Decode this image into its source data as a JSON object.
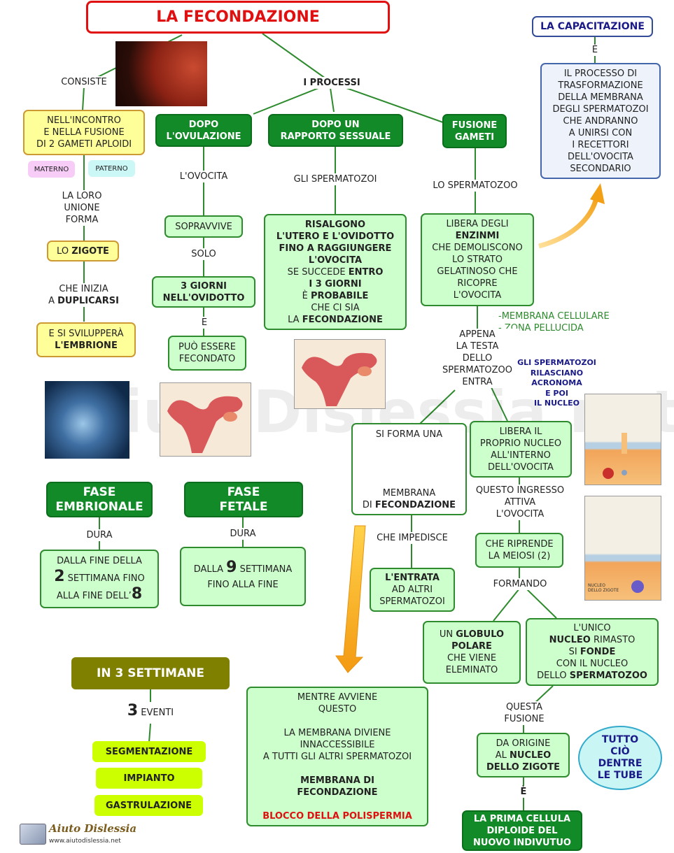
{
  "title": "LA FECONDAZIONE",
  "watermark": "AiutoDislessia.net",
  "capacitazione": {
    "title": "LA CAPACITAZIONE",
    "connector": "È",
    "text": [
      "IL PROCESSO DI",
      "TRASFORMAZIONE",
      "DELLA MEMBRANA",
      "DEGLI SPERMATOZOI",
      "CHE ANDRANNO",
      "A UNIRSI CON",
      "I RECETTORI",
      "DELL'OVOCITA",
      "SECONDARIO"
    ]
  },
  "labels": {
    "consiste": "CONSISTE",
    "processi": "I PROCESSI",
    "ovocita": "L'OVOCITA",
    "spermatozoi": "GLI SPERMATOZOI",
    "spermatozoo": "LO SPERMATOZOO",
    "solo": "SOLO",
    "e": "E",
    "loro_unione": [
      "LA LORO",
      "UNIONE",
      "FORMA"
    ],
    "che_inizia": "CHE INIZIA",
    "a": "A ",
    "duplicarsi": "DUPLICARSI",
    "appena": [
      "APPENA",
      "LA TESTA",
      "DELLO",
      "SPERMATOZOO",
      "ENTRA"
    ],
    "rilasciano": [
      "GLI SPERMATOZOI",
      "RILASCIANO",
      "ACRONOMA",
      "E POI",
      "IL NUCLEO"
    ],
    "membrana_list": [
      "-MEMBRANA CELLULARE",
      "- ZONA PELLUCIDA"
    ],
    "questo_ingresso": [
      "QUESTO INGRESSO",
      "ATTIVA",
      "L'OVOCITA"
    ],
    "che_impedisce": "CHE IMPEDISCE",
    "formando": "FORMANDO",
    "questa_fusione": [
      "QUESTA",
      "FUSIONE"
    ],
    "e_accent": "È",
    "dura1": "DURA",
    "dura2": "DURA",
    "eventi_num": "3",
    "eventi": " EVENTI"
  },
  "boxes": {
    "incontro": [
      "NELL'INCONTRO",
      "E NELLA FUSIONE",
      "DI 2 GAMETI APLOIDI"
    ],
    "materno": "MATERNO",
    "paterno": "PATERNO",
    "zigote_pre": "LO ",
    "zigote": "ZIGOTE",
    "embrione_pre": "E SI SVILUPPERÀ",
    "embrione": "L'EMBRIONE",
    "dopo_ovulazione": [
      "DOPO",
      "L'OVULAZIONE"
    ],
    "dopo_rapporto": [
      "DOPO UN",
      "RAPPORTO SESSUALE"
    ],
    "fusione_gameti": [
      "FUSIONE",
      "GAMETI"
    ],
    "sopravvive": "SOPRAVVIVE",
    "tre_giorni": [
      "3 GIORNI",
      "NELL'OVIDOTTO"
    ],
    "fecondato": [
      "PUÒ ESSERE",
      "FECONDATO"
    ],
    "risalgono_bold": [
      "RISALGONO",
      "L'UTERO E L'OVIDOTTO",
      "FINO A RAGGIUNGERE",
      "L'OVOCITA"
    ],
    "se_succede": "SE SUCCEDE ",
    "entro": "ENTRO",
    "i3giorni": "I 3 GIORNI",
    "e_acc": "È ",
    "probabile": "PROBABILE",
    "che_ci_sia": "CHE CI SIA",
    "la": "LA ",
    "fecondazione": "FECONDAZIONE",
    "libera_degli": "LIBERA DEGLI",
    "enzinmi": "ENZINMI",
    "libera_rest": [
      "CHE DEMOLISCONO",
      "LO STRATO",
      "GELATINOSO CHE",
      "RICOPRE",
      "L'OVOCITA"
    ],
    "si_forma": "SI FORMA UNA",
    "membrana": "MEMBRANA",
    "di": "DI ",
    "di_fecondazione": "FECONDAZIONE",
    "libera_nucleo": [
      "LIBERA IL",
      "PROPRIO NUCLEO",
      "ALL'INTERNO",
      "DELL'OVOCITA"
    ],
    "riprende": [
      "CHE RIPRENDE",
      "LA MEIOSI (2)"
    ],
    "entrata_bold": "L'ENTRATA",
    "entrata": [
      "AD ALTRI",
      "SPERMATOZOI"
    ],
    "un": "UN ",
    "globulo": "GLOBULO",
    "polare": "POLARE",
    "globulo_rest": [
      "CHE VIENE",
      "ELEMINATO"
    ],
    "unico": "L'UNICO",
    "nucleo": "NUCLEO",
    "rimasto": " RIMASTO",
    "si": "SI ",
    "fonde": "FONDE",
    "con_nucleo": "CON IL NUCLEO",
    "dello": "DELLO ",
    "spermatozoo": "SPERMATOZOO",
    "da_origine": "DA ORIGINE",
    "al": "AL ",
    "al_nucleo": "NUCLEO",
    "dello_zigote": "DELLO ZIGOTE",
    "prima_cellula": [
      "LA PRIMA CELLULA",
      "DIPLOIDE DEL",
      "NUOVO INDIVUTUO"
    ],
    "tutto": [
      "TUTTO",
      "CIÒ",
      "DENTRE",
      "LE TUBE"
    ],
    "fase_embrionale": [
      "FASE",
      "EMBRIONALE"
    ],
    "fase_fetale": [
      "FASE",
      "FETALE"
    ],
    "dalla_fine": "DALLA FINE DELLA",
    "num2": "2",
    "settimana_fino": " SETTIMANA FINO",
    "alla_fine": "ALLA FINE DELL’",
    "num8": "8",
    "dalla": "DALLA ",
    "num9": "9",
    "settimana": " SETTIMANA",
    "fino_fine": "FINO ALLA FINE",
    "in3settimane": "IN 3 SETTIMANE",
    "segmentazione": "SEGMENTAZIONE",
    "impianto": "IMPIANTO",
    "gastrulazione": "GASTRULAZIONE",
    "mentre": [
      "MENTRE AVVIENE",
      "QUESTO"
    ],
    "membrana_diviene": [
      "LA MEMBRANA DIVIENE",
      "INNACCESSIBILE",
      "A TUTTI GLI ALTRI SPERMATOZOI"
    ],
    "membrana_fec": [
      "MEMBRANA DI",
      "FECONDAZIONE"
    ],
    "blocco": "BLOCCO DELLA POLISPERMIA"
  },
  "pictures": {
    "membrana_caption": "MEMBRANA DI FECONDAZIONE",
    "nucleo_caption": [
      "NUCLEO",
      "DELLO ZIGOTE"
    ]
  },
  "footer": {
    "logo": "Aiuto Dislessia",
    "url": "www.aiutodislessia.net"
  },
  "colors": {
    "dark_green": "#128a28",
    "light_green": "#ccffcc",
    "title_red": "#e01010",
    "lime": "#ccff00",
    "olive": "#808000",
    "arrow_orange": "#f6a21a"
  }
}
